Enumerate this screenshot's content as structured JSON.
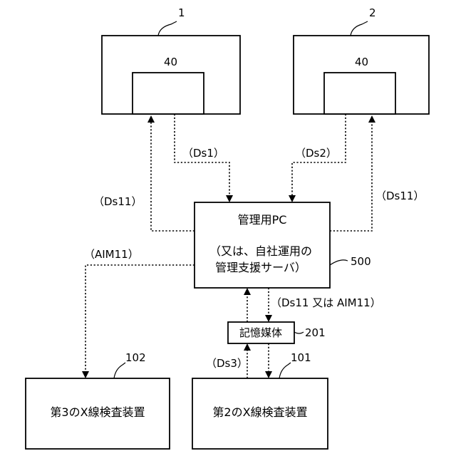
{
  "devices": {
    "xray1": {
      "ref": "1",
      "inner_ref": "40"
    },
    "xray2": {
      "ref": "2",
      "inner_ref": "40"
    }
  },
  "pc": {
    "ref": "500",
    "title": "管理用PC",
    "note_line1": "（又は、自社運用の",
    "note_line2": "管理支援サーバ）"
  },
  "media": {
    "ref": "201",
    "label": "記憶媒体"
  },
  "device3": {
    "ref": "102",
    "label": "第3のX線検査装置"
  },
  "device2": {
    "ref": "101",
    "label": "第2のX線検査装置"
  },
  "flows": {
    "ds1": "（Ds1）",
    "ds2": "（Ds2）",
    "ds11_left": "（Ds11）",
    "ds11_right": "（Ds11）",
    "aim11": "（AIM11）",
    "ds11_or_aim11": "（Ds11 又は AIM11）",
    "ds3": "（Ds3）"
  }
}
